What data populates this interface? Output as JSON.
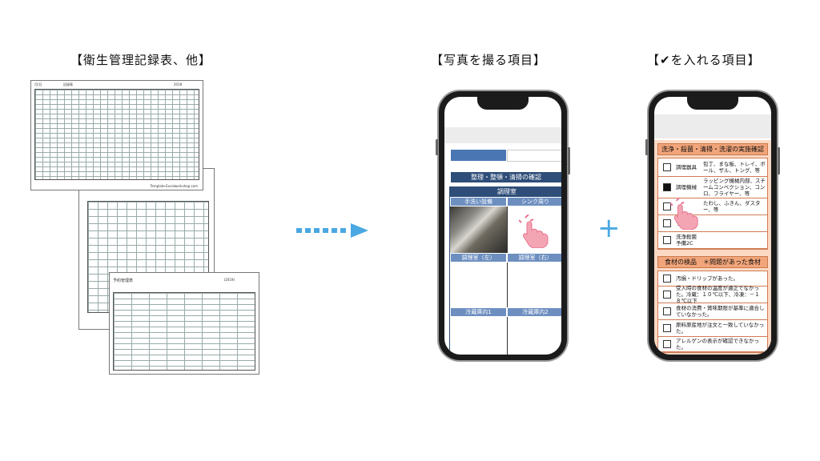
{
  "headings": {
    "left": "【衛生管理記録表、他】",
    "middle": "【写真を撮る項目】",
    "right": "【✔を入れる項目】"
  },
  "doc1": {
    "header_left": "月/日",
    "header_mid": "記録表",
    "header_right": "2018",
    "footer": "Template-Excelworkshop.com"
  },
  "doc3": {
    "title": "予約管理表",
    "header_right": "(2019)"
  },
  "plus_symbol": "+",
  "phone1": {
    "section_title": "整理・整頓・清掃の確認",
    "room": "調理室",
    "cells": [
      "手洗い設備",
      "シンク周り",
      "調理室（左）",
      "調理室（右）",
      "冷蔵庫内1",
      "冷蔵庫内2"
    ]
  },
  "phone2": {
    "section1_title": "洗浄・殺菌・清掃・洗濯の実施確認",
    "rows": [
      {
        "label": "調理器具",
        "text": "包丁、まな板、トレイ、ボール、ザル、トング、等",
        "checked": false
      },
      {
        "label": "調理機械",
        "text": "ラッピング機械内部、スチームコンベクション、コンロ、フライヤー、等",
        "checked": true
      },
      {
        "label": "",
        "text": "たわし、ふきん、ダスター、等",
        "checked": false
      },
      {
        "label": "予備1C",
        "text": "",
        "checked": false
      },
      {
        "label": "洗浄殺菌 予備2C",
        "text": "",
        "checked": false
      }
    ],
    "section2_title": "食材の検品　＊問題があった食材",
    "items": [
      "汚損・ドリップがあった。",
      "受入時の食材の温度が適正でなかった。冷蔵：１０℃以下、冷凍：－１８℃以下",
      "食材の消費・賞味期限が基準に適合していなかった。",
      "原料原産地が注文と一致していなかった。",
      "アレルゲンの表示が確認できなかった。"
    ]
  },
  "colors": {
    "accent_blue": "#4aa8e2",
    "nav_blue": "#2e4d78",
    "cell_blue": "#6d8fc0",
    "orange_bg": "#fbd9c4",
    "orange_title": "#f2a57a"
  }
}
